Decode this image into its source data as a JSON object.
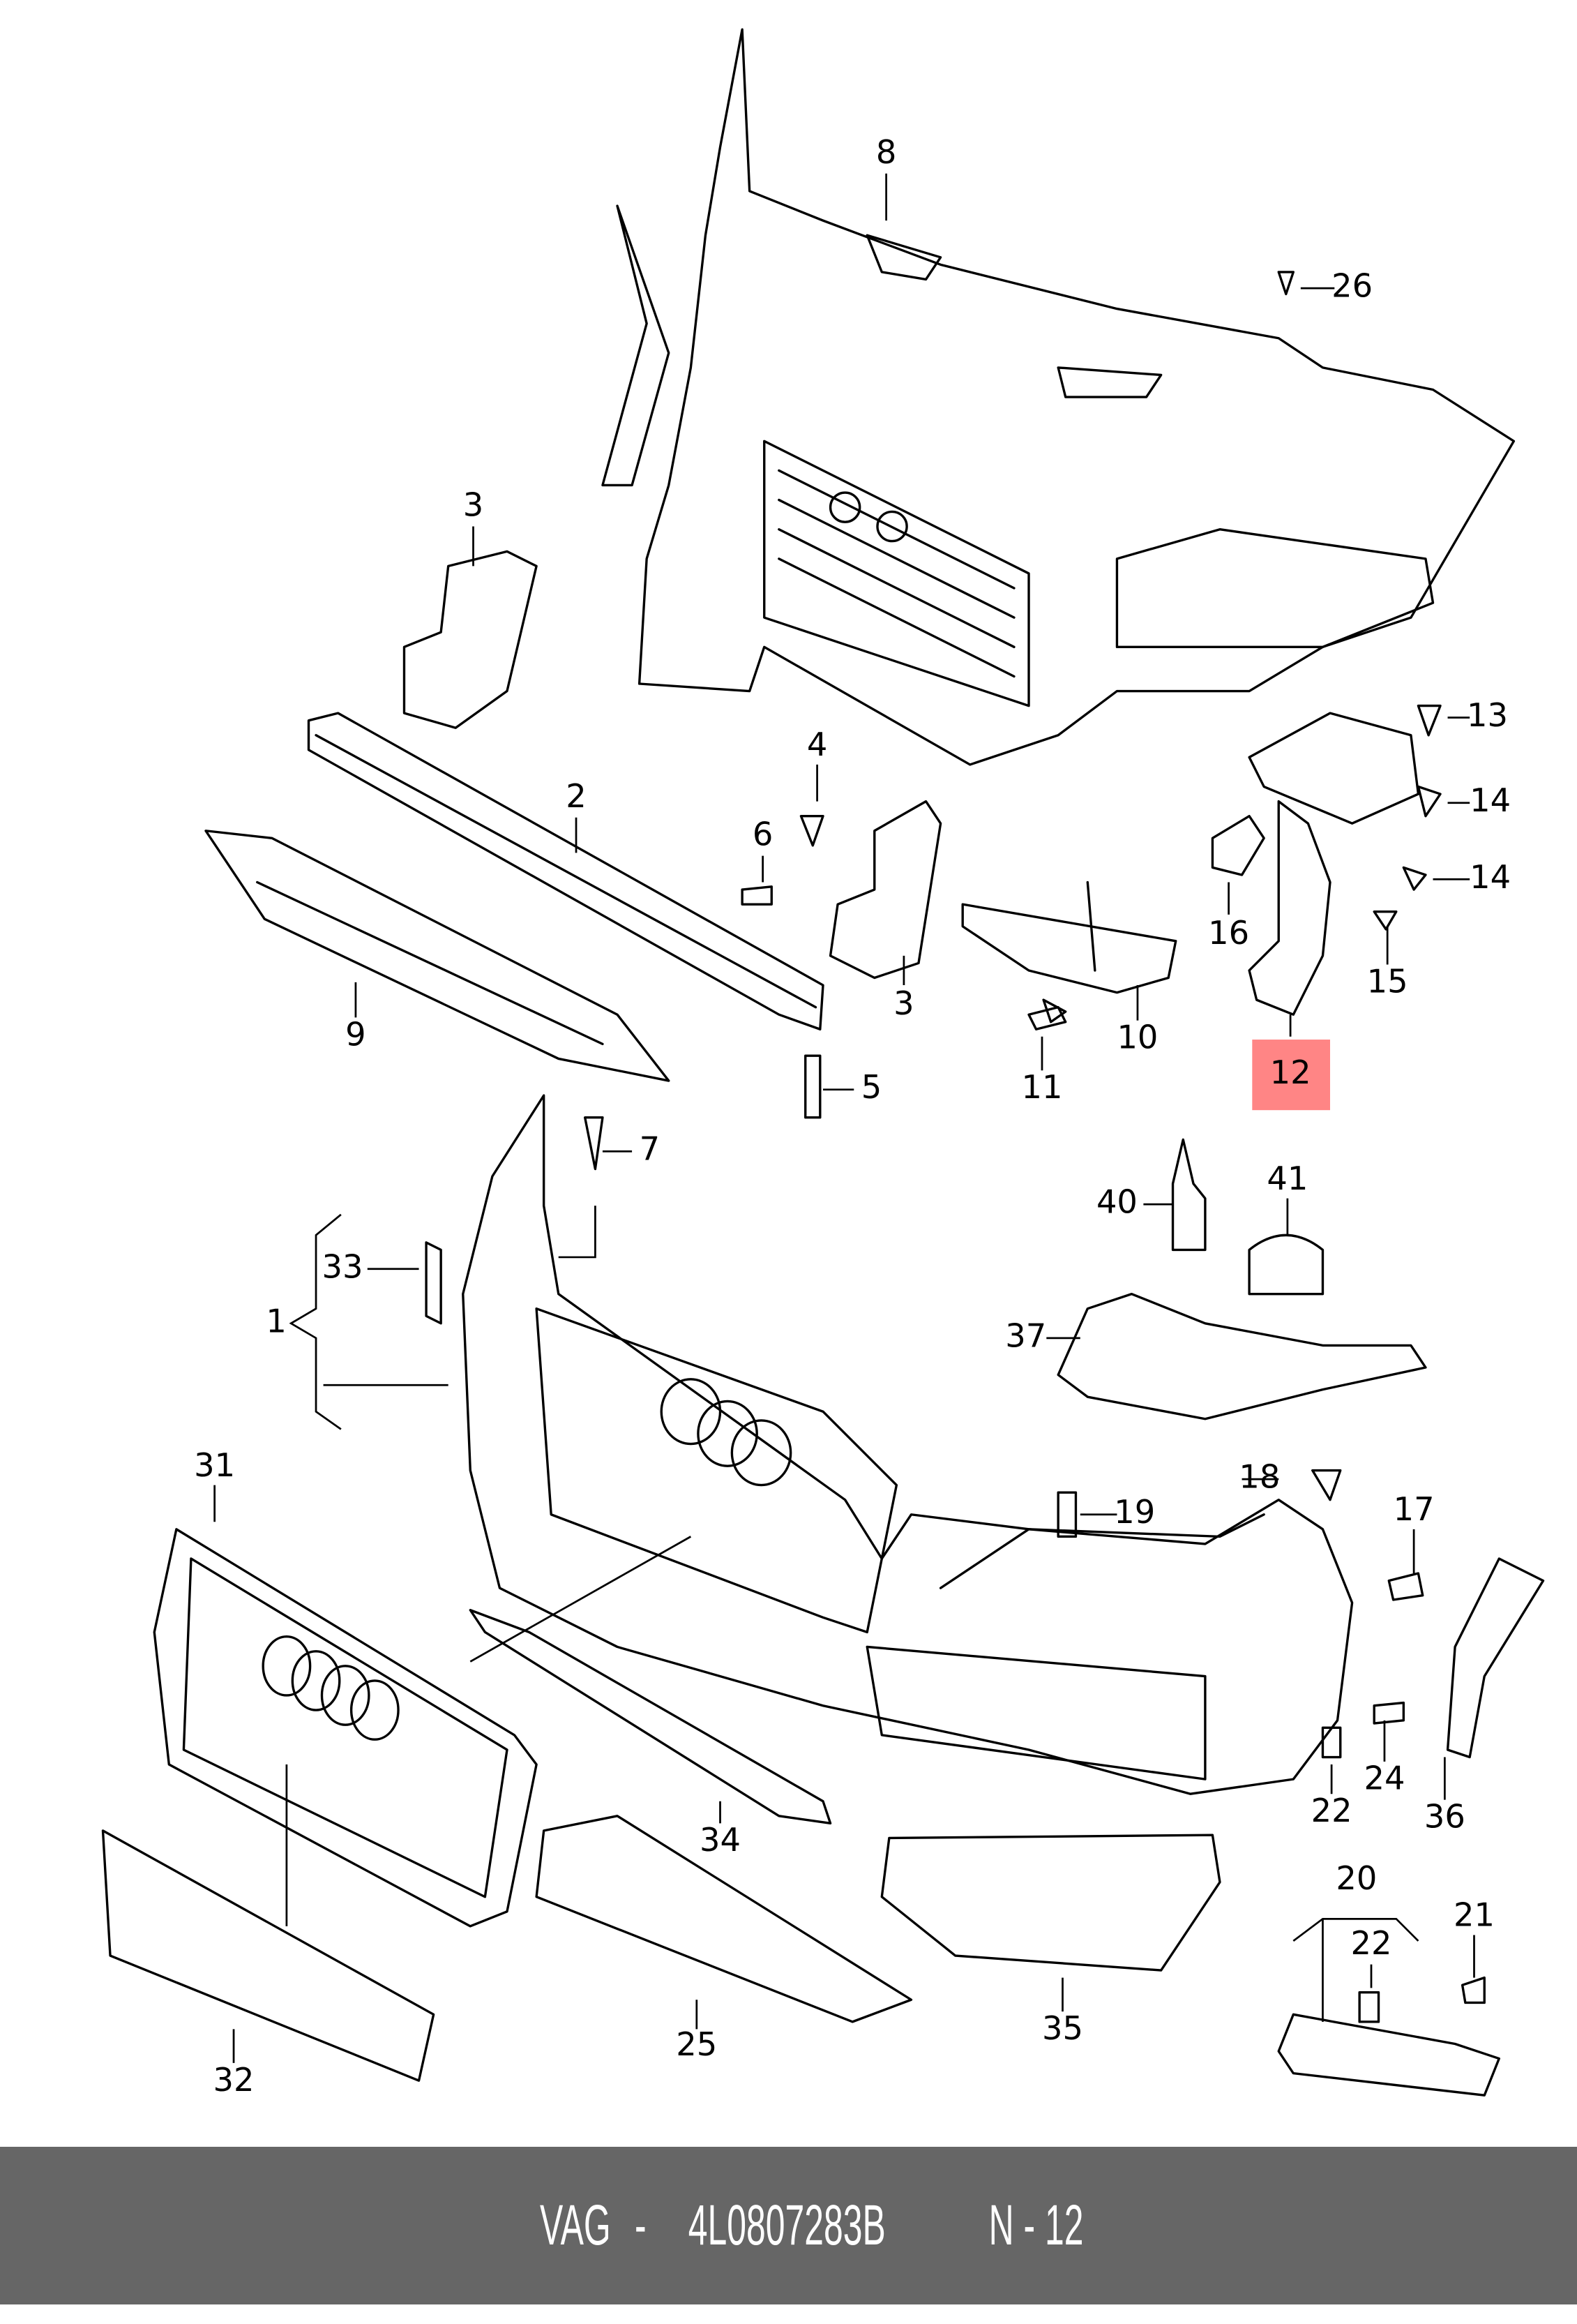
{
  "diagram": {
    "callouts": [
      "8",
      "26",
      "3",
      "13",
      "4",
      "14",
      "2",
      "6",
      "14",
      "16",
      "15",
      "3",
      "9",
      "10",
      "12",
      "5",
      "11",
      "7",
      "40",
      "41",
      "33",
      "1",
      "37",
      "31",
      "18",
      "17",
      "19",
      "34",
      "22",
      "24",
      "36",
      "20",
      "21",
      "22",
      "35",
      "25",
      "32"
    ],
    "highlighted_callout": "12",
    "highlight_color": "#ff8585"
  },
  "footer": {
    "brand": "VAG",
    "part_number": "4L0807283B",
    "position": "N - 12",
    "background_color": "#666666"
  }
}
